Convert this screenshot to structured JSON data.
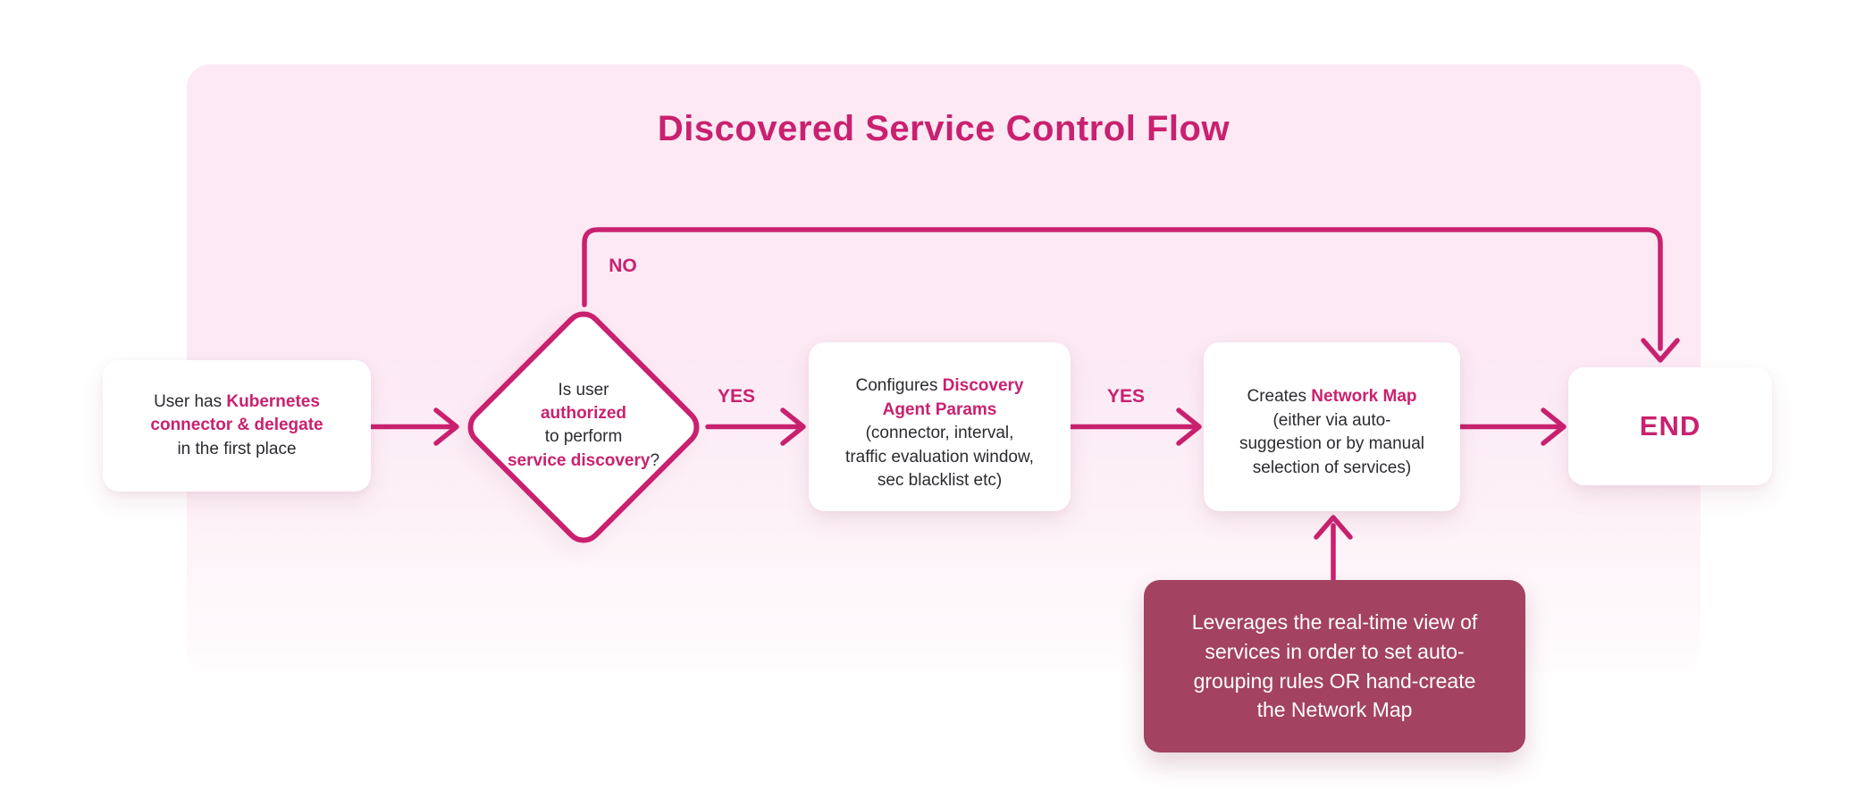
{
  "title": "Discovered Service Control Flow",
  "colors": {
    "accent": "#c9216f",
    "panel_background_top": "#fce9f4",
    "panel_background_bottom": "#fffdfe",
    "note_background": "#a34261",
    "note_text": "#ffffff",
    "body_text": "#2b2b30",
    "node_background": "#ffffff"
  },
  "edge_labels": {
    "no": "NO",
    "yes_decision_to_configure": "YES",
    "yes_configure_to_create": "YES"
  },
  "nodes": {
    "start": {
      "line1_plain": "User has ",
      "line1_accent": "Kubernetes",
      "line2_accent": "connector & delegate",
      "line3_plain": "in the first place"
    },
    "decision": {
      "line1_plain": "Is user",
      "line2_accent": "authorized",
      "line3_plain": "to perform",
      "line4_accent": "service discovery",
      "line4_plain": "?"
    },
    "configure": {
      "line1_plain": "Configures ",
      "line1_accent": "Discovery",
      "line2_accent": "Agent Params",
      "line3_plain": "(connector, interval,",
      "line4_plain": "traffic evaluation window,",
      "line5_plain": "sec blacklist etc)"
    },
    "create_map": {
      "line1_plain": "Creates ",
      "line1_accent": "Network Map",
      "line2_plain": "(either via auto-",
      "line3_plain": "suggestion or by manual",
      "line4_plain": "selection of services)"
    },
    "end": {
      "label": "END"
    },
    "note": {
      "line1": "Leverages the real-time view of",
      "line2": "services in order to set auto-",
      "line3": "grouping rules OR hand-create",
      "line4": "the Network Map"
    }
  }
}
